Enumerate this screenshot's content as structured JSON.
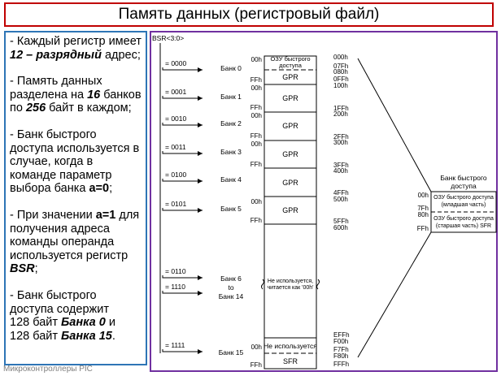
{
  "title": "Память данных (регистровый файл)",
  "left_panel": {
    "p1": {
      "pre": "- Каждый регистр имеет ",
      "b1": "12 – разрядный",
      "post": " адрес;"
    },
    "p2": {
      "pre": "- Память данных разделена на ",
      "b1": "16",
      "mid": " банков по ",
      "b2": "256",
      "post": " байт в каждом;"
    },
    "p3": {
      "pre": "- Банк быстрого доступа используется в случае, когда в команде параметр выбора банка ",
      "b1": "a=0",
      "post": ";"
    },
    "p4": {
      "pre": "- При значении ",
      "b1": "a=1",
      "mid": " для получения адреса команды операнда используется регистр ",
      "b2": "BSR",
      "post": ";"
    },
    "p5": {
      "pre": "- Банк быстрого доступа содержит",
      "l2a": "128 байт ",
      "b1": "Банка 0",
      "l2b": " и",
      "l3a": "128 байт ",
      "b2": "Банка 15",
      "l3b": "."
    }
  },
  "footer": "Микроконтроллеры PIC",
  "diagram": {
    "bsr_label": "BSR<3:0>",
    "banks": [
      {
        "code": "= 0000",
        "label": "Банк 0"
      },
      {
        "code": "= 0001",
        "label": "Банк 1"
      },
      {
        "code": "= 0010",
        "label": "Банк 2"
      },
      {
        "code": "= 0011",
        "label": "Банк 3"
      },
      {
        "code": "= 0100",
        "label": "Банк  4"
      },
      {
        "code": "= 0101",
        "label": "Банк 5"
      },
      {
        "code": "= 0110",
        "label": "Банк 6"
      },
      {
        "code": "= 1110",
        "label": "to"
      },
      {
        "code": "= 1111",
        "label": "Банк 14"
      },
      {
        "code": "",
        "label": "Банк 15"
      }
    ],
    "block_labels": {
      "access_ram": "ОЗУ быстрого",
      "access_ram2": "доступа",
      "gpr": "GPR",
      "unused_1": "Не используется,",
      "unused_2": "читается как '00h'",
      "unused_15": "Не используется",
      "sfr": "SFR"
    },
    "offsets": {
      "h00": "00h",
      "hFF": "FFh"
    },
    "addresses": [
      "000h",
      "07Fh",
      "080h",
      "0FFh",
      "100h",
      "1FFh",
      "200h",
      "2FFh",
      "300h",
      "3FFh",
      "400h",
      "4FFh",
      "500h",
      "5FFh",
      "600h",
      "EFFh",
      "F00h",
      "F7Fh",
      "F80h",
      "FFFh"
    ],
    "access_bank": {
      "title1": "Банк быстрого",
      "title2": "доступа",
      "low1": "ОЗУ быстрого доступа",
      "low2": "(младшая часть)",
      "high1": "ОЗУ быстрого доступа",
      "high2": "(старшая часть) SFR",
      "a00": "00h",
      "a7F": "7Fh",
      "a80": "80h",
      "aFF": "FFh"
    }
  }
}
